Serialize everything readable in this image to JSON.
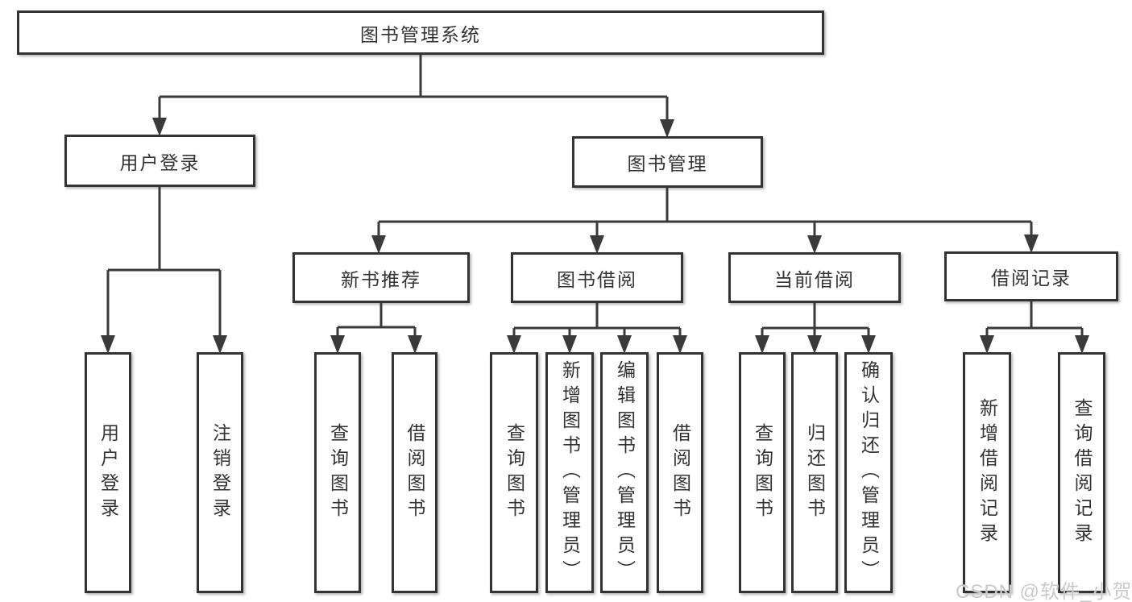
{
  "tree": {
    "root": {
      "label": "图书管理系统",
      "children": [
        {
          "label": "用户登录",
          "children": [
            {
              "label": "用户登录"
            },
            {
              "label": "注销登录"
            }
          ]
        },
        {
          "label": "图书管理",
          "children": [
            {
              "label": "新书推荐",
              "children": [
                {
                  "label": "查询图书"
                },
                {
                  "label": "借阅图书"
                }
              ]
            },
            {
              "label": "图书借阅",
              "children": [
                {
                  "label": "查询图书"
                },
                {
                  "label": "新增图书（管理员）"
                },
                {
                  "label": "编辑图书（管理员）"
                },
                {
                  "label": "借阅图书"
                }
              ]
            },
            {
              "label": "当前借阅",
              "children": [
                {
                  "label": "查询图书"
                },
                {
                  "label": "归还图书"
                },
                {
                  "label": "确认归还（管理员）"
                }
              ]
            },
            {
              "label": "借阅记录",
              "children": [
                {
                  "label": "新增借阅记录"
                },
                {
                  "label": "查询借阅记录"
                }
              ]
            }
          ]
        }
      ]
    }
  },
  "watermark": {
    "text": "CSDN @软件_小贺同学"
  },
  "colors": {
    "line": "#3a3a3a",
    "box_border": "#333333",
    "box_fill": "#ffffff",
    "text": "#333333",
    "watermark": "#c9c9c9",
    "background": "#ffffff"
  }
}
